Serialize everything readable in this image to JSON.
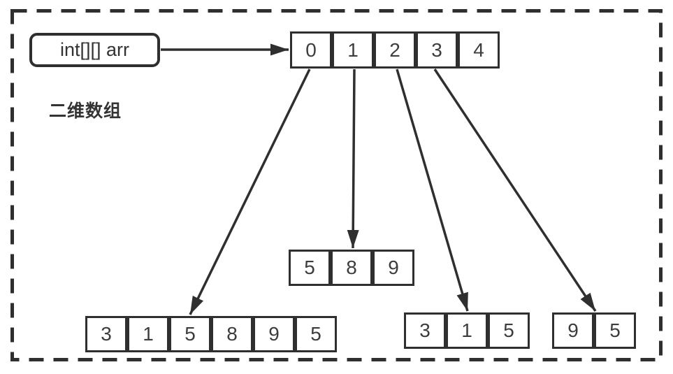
{
  "colors": {
    "stroke": "#2f2f2f",
    "digit": "#3d3d3d",
    "label": "#333333"
  },
  "diagram": {
    "caption": "二维数组",
    "pointer": {
      "label": "int[][] arr"
    },
    "index_row": {
      "values": [
        "0",
        "1",
        "2",
        "3",
        "4"
      ]
    },
    "rows": [
      {
        "name": "row-0",
        "values": [
          "3",
          "1",
          "5",
          "8",
          "9",
          "5"
        ]
      },
      {
        "name": "row-1",
        "values": [
          "5",
          "8",
          "9"
        ]
      },
      {
        "name": "row-2",
        "values": [
          "3",
          "1",
          "5"
        ]
      },
      {
        "name": "row-3",
        "values": [
          "9",
          "5"
        ]
      }
    ],
    "arrows": [
      {
        "from": "pointer-box",
        "to": "index-array"
      },
      {
        "from": "index-0",
        "to": "row-0"
      },
      {
        "from": "index-1",
        "to": "row-1"
      },
      {
        "from": "index-2",
        "to": "row-2"
      },
      {
        "from": "index-3",
        "to": "row-3"
      }
    ]
  }
}
